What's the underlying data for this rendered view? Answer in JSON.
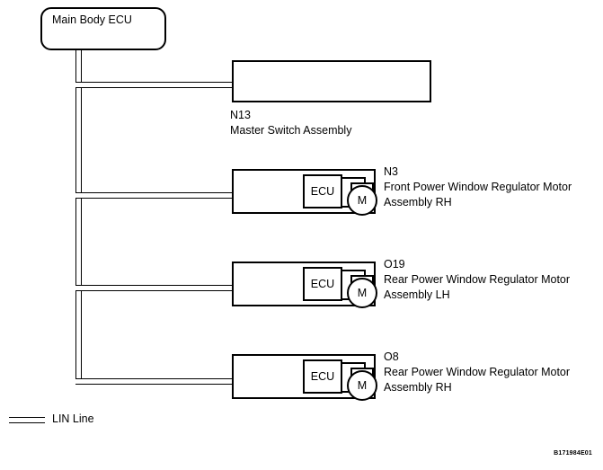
{
  "diagram": {
    "source_ecu": {
      "label": "Main Body ECU"
    },
    "nodes": [
      {
        "code": "N13",
        "name_line1": "Master Switch Assembly",
        "name_line2": "",
        "has_motor": false,
        "inner_ecu_label": "",
        "motor_label": ""
      },
      {
        "code": "N3",
        "name_line1": "Front Power Window Regulator Motor",
        "name_line2": "Assembly RH",
        "has_motor": true,
        "inner_ecu_label": "ECU",
        "motor_label": "M"
      },
      {
        "code": "O19",
        "name_line1": "Rear Power Window Regulator Motor",
        "name_line2": "Assembly LH",
        "has_motor": true,
        "inner_ecu_label": "ECU",
        "motor_label": "M"
      },
      {
        "code": "O8",
        "name_line1": "Rear Power Window Regulator Motor",
        "name_line2": "Assembly RH",
        "has_motor": true,
        "inner_ecu_label": "ECU",
        "motor_label": "M"
      }
    ],
    "legend": {
      "symbol": "double-line",
      "label": "LIN Line"
    },
    "figure_code": "B171984E01",
    "colors": {
      "line": "#000000",
      "background": "#ffffff"
    }
  }
}
